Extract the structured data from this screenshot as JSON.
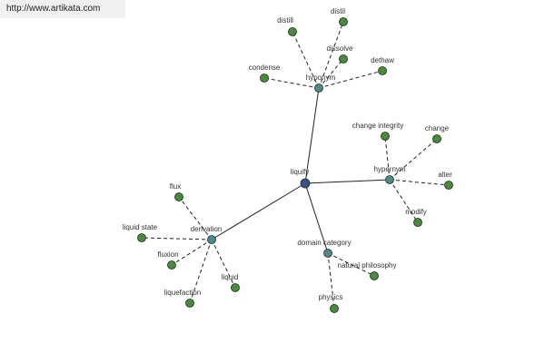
{
  "watermark": {
    "url": "http://www.artikata.com"
  },
  "colors": {
    "root": "#3c4f8a",
    "relation": "#4f8a8a",
    "leaf": "#4a8a3c",
    "edge": "#222222"
  },
  "diagram": {
    "root": {
      "id": "liquify",
      "label": "liquify"
    },
    "relations": [
      {
        "id": "hyponym",
        "label": "hyponym",
        "children": [
          "distill",
          "distil",
          "dissolve",
          "condense",
          "dethaw"
        ]
      },
      {
        "id": "hypernym",
        "label": "hypernym",
        "children": [
          "change integrity",
          "change",
          "alter",
          "modify"
        ]
      },
      {
        "id": "domain-category",
        "label": "domain category",
        "children": [
          "natural philosophy",
          "physics"
        ]
      },
      {
        "id": "derivation",
        "label": "derivation",
        "children": [
          "flux",
          "liquid state",
          "fluxion",
          "liquefaction",
          "liquid"
        ]
      }
    ]
  }
}
